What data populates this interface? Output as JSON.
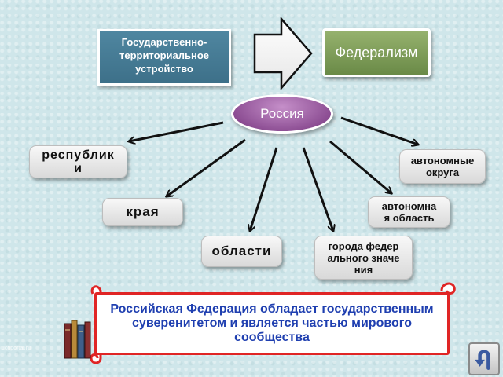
{
  "top": {
    "gtu_label": "Государственно-территориальное устройство",
    "federalism_label": "Федерализм"
  },
  "center": {
    "russia_label": "Россия"
  },
  "subjects": {
    "republics": "республики",
    "autonomous_okrugs": "автономные округа",
    "krais": "края",
    "autonomous_oblast": "автономная область",
    "oblasts": "области",
    "federal_cities": "города федерального значения"
  },
  "statement": {
    "text": "Российская Федерация обладает государственным суверенитетом и является частью мирового сообщества"
  },
  "watermark": {
    "text": "uchportal.ru"
  },
  "colors": {
    "background": "#cfe6ea",
    "gtu_box": "#4f86a0",
    "federalism_box": "#7f9d5a",
    "russia_ellipse": "#a46aab",
    "statement_border": "#e02525",
    "statement_text": "#1f3fb0"
  },
  "icons": {
    "big_arrow": "right-block-arrow",
    "books": "books-icon",
    "back": "u-turn-arrow-icon"
  }
}
